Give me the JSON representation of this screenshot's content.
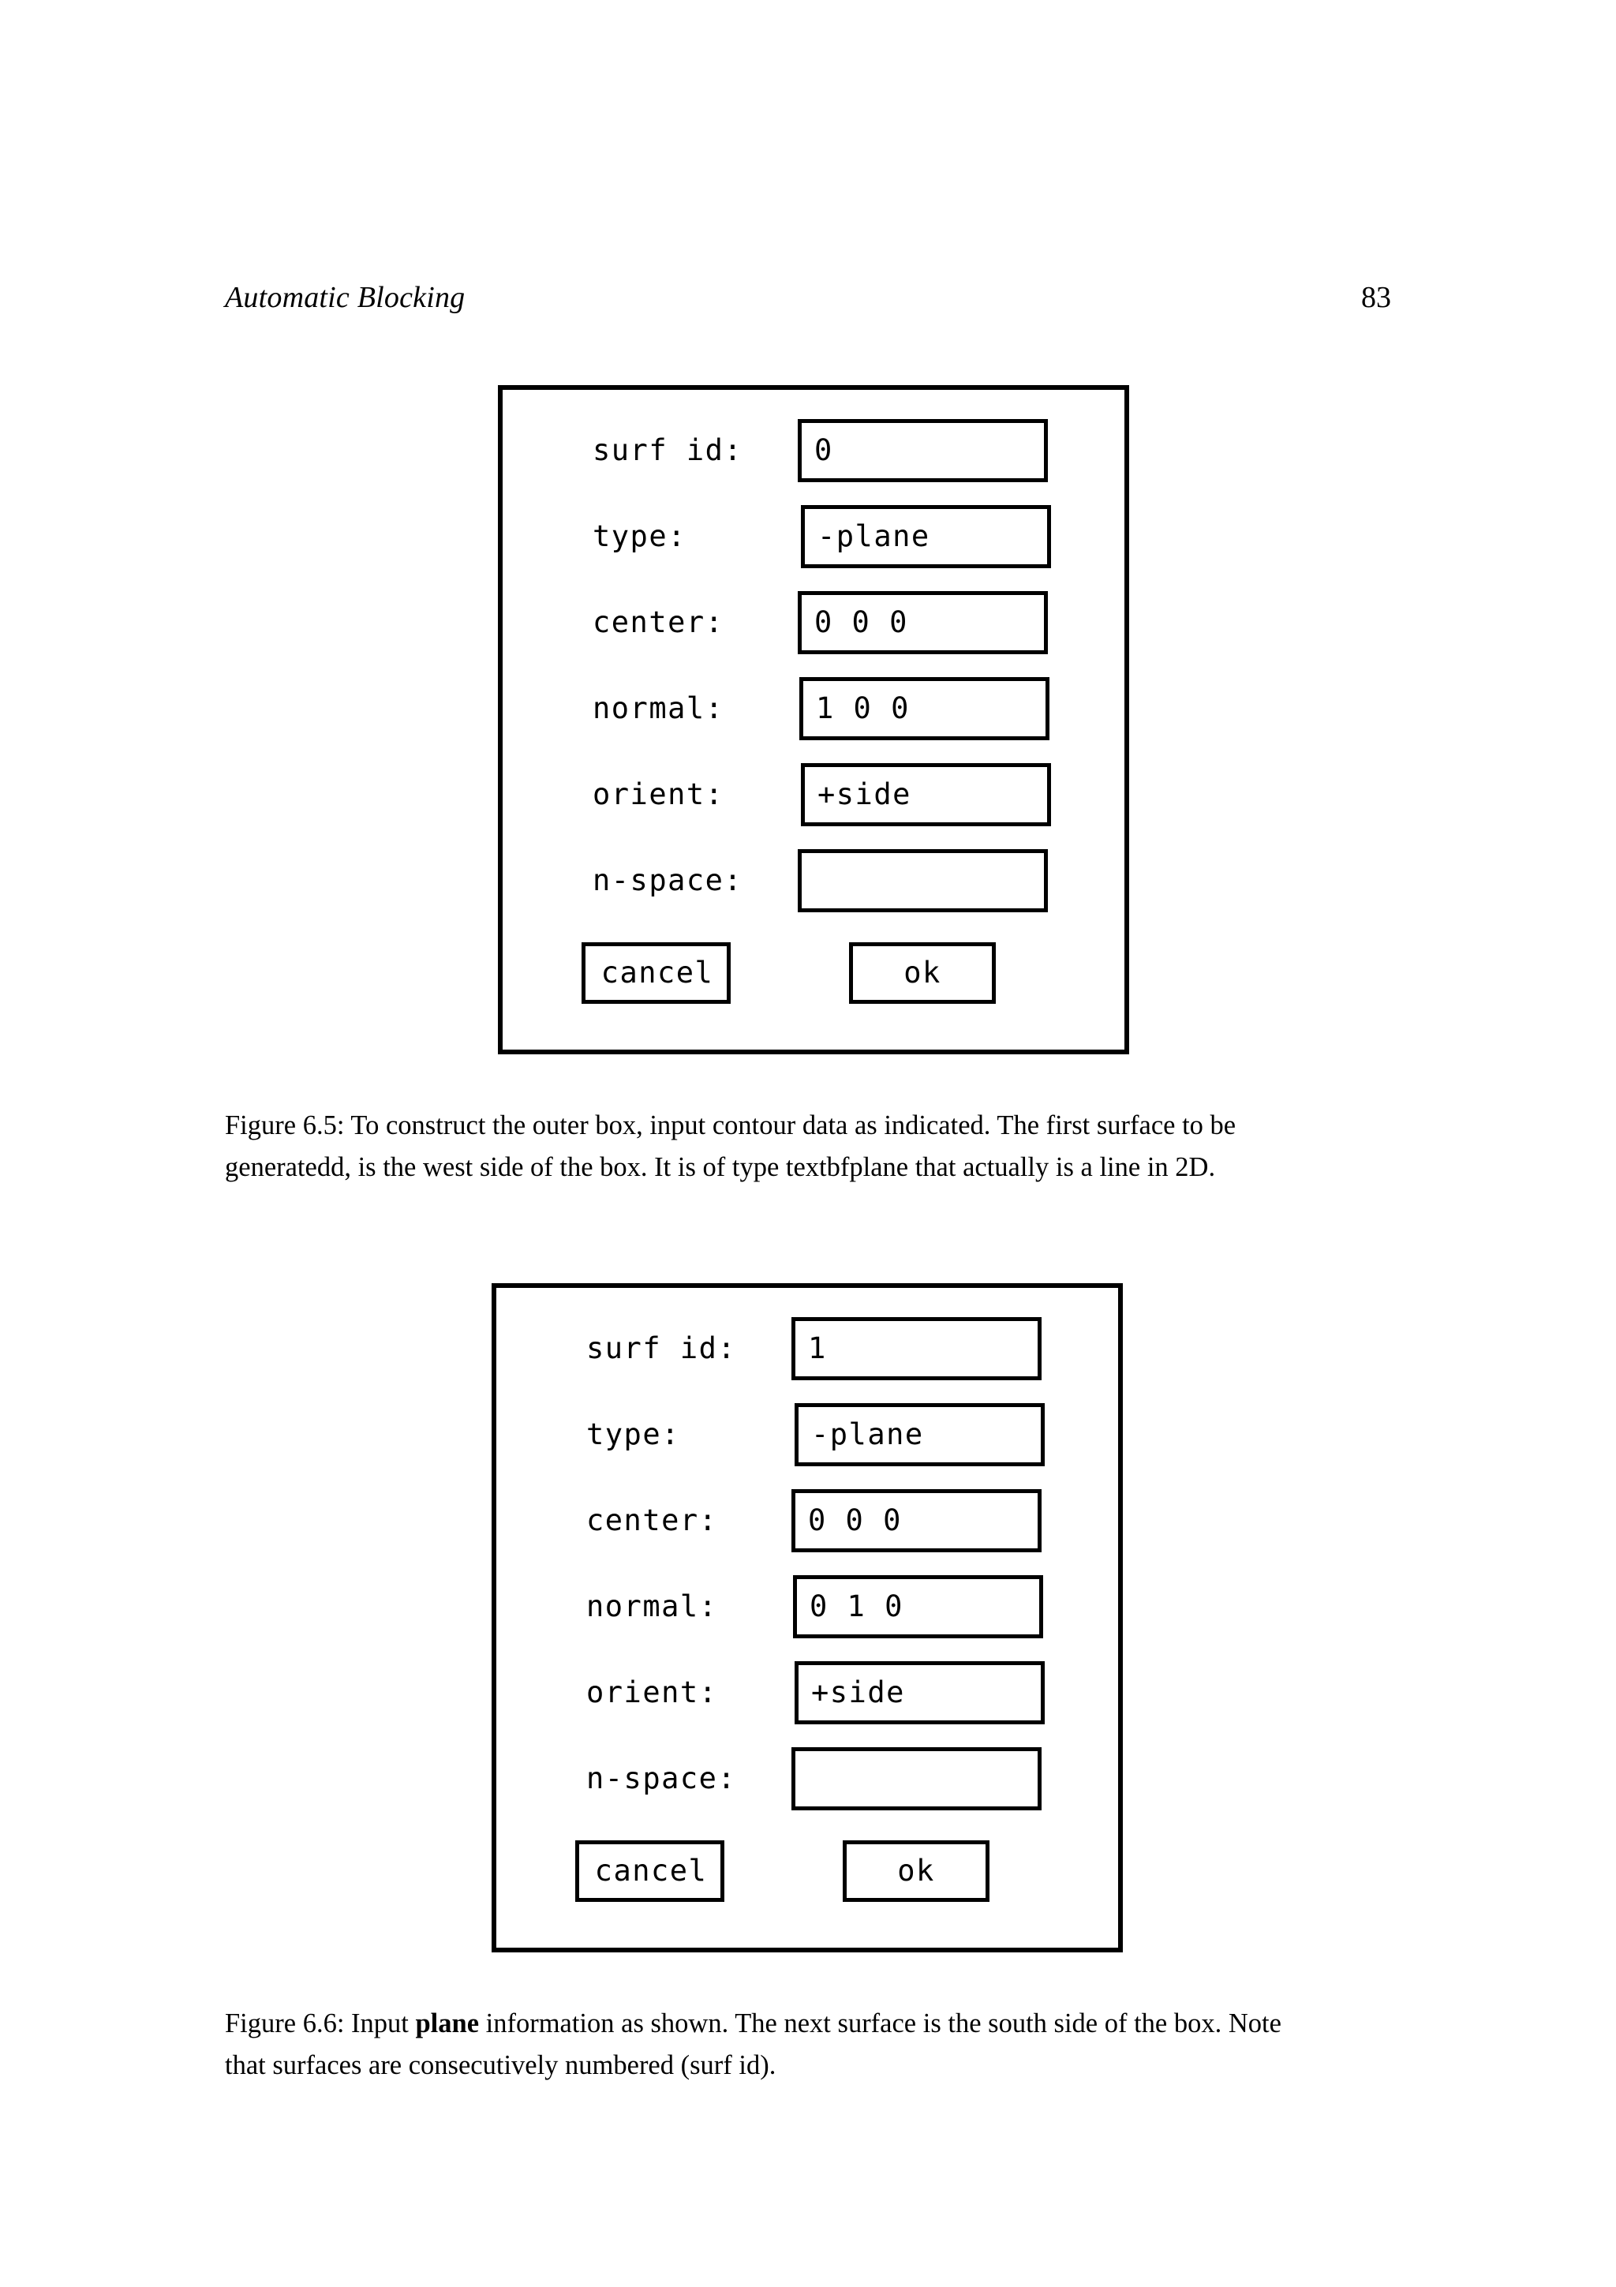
{
  "header": {
    "title": "Automatic Blocking",
    "page_number": "83"
  },
  "figures": [
    {
      "id": "figure-6-5",
      "dialog": {
        "fields": [
          {
            "label": "surf id:",
            "value": "0"
          },
          {
            "label": "type:",
            "value": "-plane"
          },
          {
            "label": "center:",
            "value": "0 0 0"
          },
          {
            "label": "normal:",
            "value": "1 0 0"
          },
          {
            "label": "orient:",
            "value": "+side"
          },
          {
            "label": "n-space:",
            "value": ""
          }
        ],
        "buttons": {
          "cancel": "cancel",
          "ok": "ok"
        }
      },
      "caption": {
        "line1": "Figure 6.5: To construct the outer box, input contour data as indicated. The first surface to be",
        "line2": "generatedd, is the west side of the box. It is of type textbfplane that actually is a line in 2D."
      }
    },
    {
      "id": "figure-6-6",
      "dialog": {
        "fields": [
          {
            "label": "surf id:",
            "value": "1"
          },
          {
            "label": "type:",
            "value": "-plane"
          },
          {
            "label": "center:",
            "value": "0 0 0"
          },
          {
            "label": "normal:",
            "value": "0 1 0"
          },
          {
            "label": "orient:",
            "value": "+side"
          },
          {
            "label": "n-space:",
            "value": ""
          }
        ],
        "buttons": {
          "cancel": "cancel",
          "ok": "ok"
        }
      },
      "caption": {
        "prefix": "Figure 6.6: Input ",
        "bold": "plane",
        "suffix": " information as shown. The next surface is the south side of the box. Note",
        "line2": "that surfaces are consecutively numbered (surf id)."
      }
    }
  ]
}
